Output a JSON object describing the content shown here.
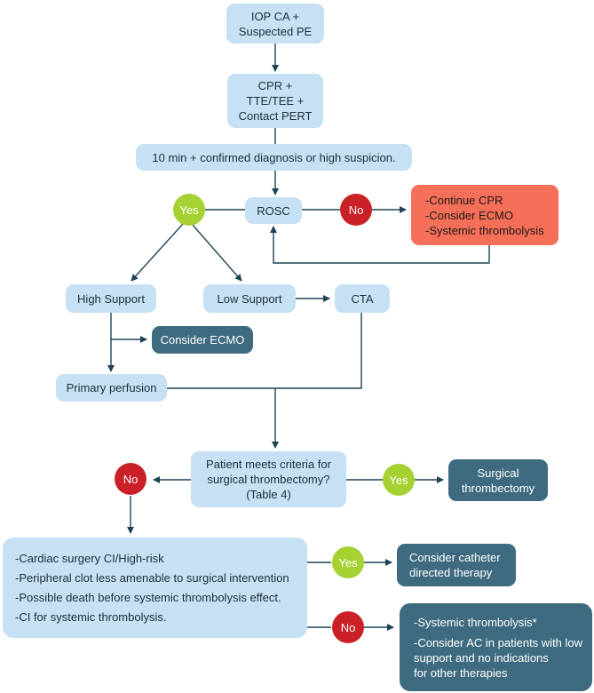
{
  "nodes": {
    "start": [
      "IOP CA +",
      "Suspected PE"
    ],
    "cpr": [
      "CPR +",
      "TTE/TEE +",
      "Contact PERT"
    ],
    "timer": "10 min + confirmed diagnosis or high suspicion.",
    "rosc": "ROSC",
    "continue": [
      "-Continue CPR",
      "-Consider ECMO",
      "-Systemic thrombolysis"
    ],
    "high_support": "High Support",
    "low_support": "Low Support",
    "cta": "CTA",
    "consider_ecmo": "Consider ECMO",
    "primary_perfusion": "Primary perfusion",
    "criteria": [
      "Patient meets criteria for",
      "surgical thrombectomy?",
      "(Table 4)"
    ],
    "surgical": [
      "Surgical",
      "thrombectomy"
    ],
    "conditions": [
      "-Cardiac surgery CI/High-risk",
      "-Peripheral clot less amenable to surgical intervention",
      "-Possible death before systemic thrombolysis effect.",
      "-CI for systemic thrombolysis."
    ],
    "catheter": [
      "Consider catheter",
      "directed therapy"
    ],
    "systemic_line1": "-Systemic thrombolysis*",
    "systemic_rest": [
      "-Consider AC in patients with low",
      "support and no indications",
      "for other therapies"
    ]
  },
  "decisions": {
    "rosc_yes": "Yes",
    "rosc_no": "No",
    "criteria_no": "No",
    "criteria_yes": "Yes",
    "conditions_yes": "Yes",
    "conditions_no": "No"
  },
  "colors": {
    "light_box": "#c5e1f3",
    "dark_box": "#3e6b80",
    "red_box": "#f66f58",
    "yes": "#a6d133",
    "no": "#c92127",
    "arrow": "#1f4356"
  }
}
